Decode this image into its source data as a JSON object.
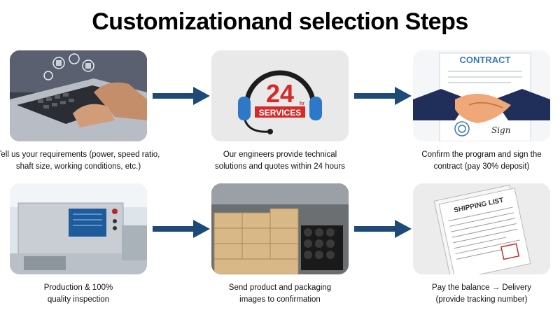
{
  "title": "Customizationand selection Steps",
  "colors": {
    "arrow": "#1e4a78",
    "accent_red": "#d62a2a",
    "headset_blue": "#2e78c8"
  },
  "steps": [
    {
      "caption": "Tell us your requirements (power, speed ratio,\nshaft size, working conditions, etc.)",
      "image": "laptop-typing"
    },
    {
      "caption": "Our engineers provide technical\nsolutions and quotes within 24 hours",
      "image": "24h-services-headset",
      "badge_number": "24",
      "badge_hr": "hr",
      "badge_label": "SERVICES"
    },
    {
      "caption": "Confirm the program and sign the\ncontract (pay 30% deposit)",
      "image": "contract-handshake",
      "contract_heading": "CONTRACT",
      "sign_text": "Sign"
    },
    {
      "caption": "Production & 100%\nquality inspection",
      "image": "test-machine"
    },
    {
      "caption": "Send product and packaging\nimages to confirmation",
      "image": "packaged-product"
    },
    {
      "caption": "Pay the balance → Delivery\n(provide tracking number)",
      "image": "shipping-list",
      "doc_label": "SHIPPING LIST"
    }
  ]
}
